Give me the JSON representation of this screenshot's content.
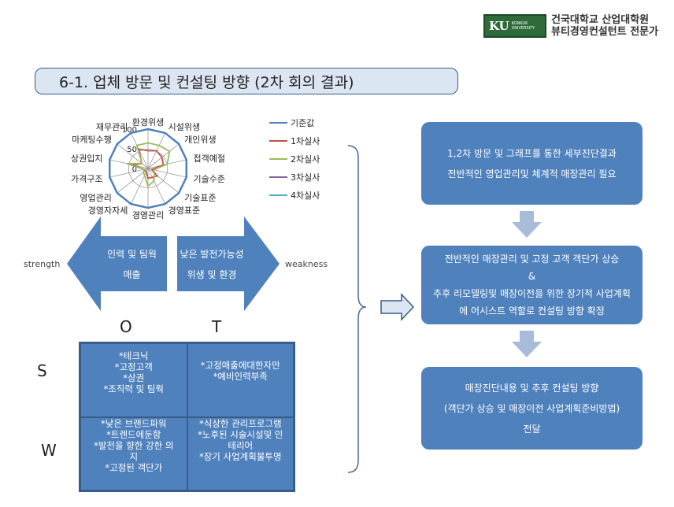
{
  "header": {
    "logo_text": "KU KONKUK UNIVERSITY",
    "org_line1": "건국대학교 산업대학원",
    "org_line2": "뷰티경영컨설턴트 전문가"
  },
  "title": "6-1. 업체 방문 및 컨설팅 방향 (2차 회의 결과)",
  "chart_data": {
    "type": "radar",
    "axes": [
      "환경위생",
      "시설위생",
      "개인위생",
      "접객예절",
      "기술수준",
      "기술표준",
      "경영표준",
      "경영관리",
      "경영자자세",
      "영업관리",
      "가격구조",
      "상권입지",
      "마케팅수행",
      "재무관리"
    ],
    "ticks": [
      "0",
      "50",
      "100"
    ],
    "range": [
      0,
      100
    ],
    "series": [
      {
        "name": "기준값",
        "color": "#4f81bd",
        "values": [
          100,
          100,
          100,
          100,
          100,
          100,
          100,
          100,
          100,
          100,
          100,
          100,
          100,
          100
        ]
      },
      {
        "name": "1차실사",
        "color": "#c0504d",
        "values": [
          45,
          50,
          45,
          40,
          10,
          30,
          25,
          25,
          10,
          10,
          10,
          40,
          20,
          55
        ]
      },
      {
        "name": "2차실사",
        "color": "#9bbb59",
        "values": [
          65,
          65,
          70,
          50,
          15,
          20,
          35,
          45,
          20,
          15,
          10,
          55,
          20,
          65
        ]
      },
      {
        "name": "3차실사",
        "color": "#8064a2",
        "values": []
      },
      {
        "name": "4차실사",
        "color": "#4bacc6",
        "values": []
      }
    ]
  },
  "arrows": {
    "left_line1": "인력 및 팀웍",
    "left_line2": "매출",
    "right_line1": "낮은 발전가능성",
    "right_line2": "위생 및 환경",
    "strength": "strength",
    "weakness": "weakness"
  },
  "swot": {
    "O": "O",
    "T": "T",
    "S": "S",
    "W": "W",
    "so": [
      "*테크닉",
      "*고정고객",
      "*상권",
      "*조직력 및 팀웍"
    ],
    "st": [
      "*고정매출에대한자만",
      "*예비인력부족"
    ],
    "wo": [
      "*낮은 브랜드파워",
      "*트렌드에둔함",
      "*발전을 향한 강한 의지",
      "*고정된 객단가"
    ],
    "wt": [
      "*식상한 관리프로그램",
      "*노후된 시술시설및 인테리어",
      "*장기 사업계획불투명"
    ]
  },
  "steps": [
    {
      "line1": "1,2차 방문 및 그래프를 통한 세부진단결과",
      "line2": "전반적인 영업관리및 체계적 매장관리 필요"
    },
    {
      "line1": "전반적인 매장관리 및 고정 고객 객단가 상승",
      "line2": "&",
      "line3": "추후 리모델링및 매장이전을 위한 장기적 사업계획에 어시스트 역할로 컨설팅 방향 확정"
    },
    {
      "line1": "매장진단내용 및 추후 컨설팅 방향",
      "line2": "(객단가 상승 및 매장이전 사업계획준비방법)",
      "line3": "전달"
    }
  ]
}
